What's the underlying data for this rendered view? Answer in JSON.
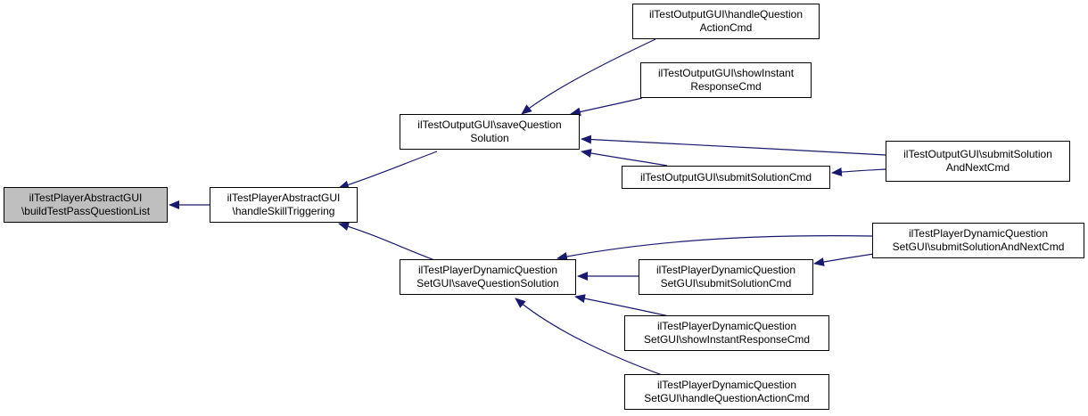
{
  "colors": {
    "edge": "#191970",
    "node_border": "#000000",
    "root_fill": "#bfbfbf",
    "node_fill": "#ffffff"
  },
  "nodes": {
    "root": {
      "line1": "ilTestPlayerAbstractGUI",
      "line2": "\\buildTestPassQuestionList"
    },
    "handle_skill": {
      "line1": "ilTestPlayerAbstractGUI",
      "line2": "\\handleSkillTriggering"
    },
    "output_save": {
      "line1": "ilTestOutputGUI\\saveQuestion",
      "line2": "Solution"
    },
    "dynamic_save": {
      "line1": "ilTestPlayerDynamicQuestion",
      "line2": "SetGUI\\saveQuestionSolution"
    },
    "output_handle_action": {
      "line1": "ilTestOutputGUI\\handleQuestion",
      "line2": "ActionCmd"
    },
    "output_show_instant": {
      "line1": "ilTestOutputGUI\\showInstant",
      "line2": "ResponseCmd"
    },
    "output_submit": {
      "line1": "ilTestOutputGUI\\submitSolutionCmd"
    },
    "output_submit_next": {
      "line1": "ilTestOutputGUI\\submitSolution",
      "line2": "AndNextCmd"
    },
    "dynamic_submit_next": {
      "line1": "ilTestPlayerDynamicQuestion",
      "line2": "SetGUI\\submitSolutionAndNextCmd"
    },
    "dynamic_submit": {
      "line1": "ilTestPlayerDynamicQuestion",
      "line2": "SetGUI\\submitSolutionCmd"
    },
    "dynamic_show_instant": {
      "line1": "ilTestPlayerDynamicQuestion",
      "line2": "SetGUI\\showInstantResponseCmd"
    },
    "dynamic_handle_action": {
      "line1": "ilTestPlayerDynamicQuestion",
      "line2": "SetGUI\\handleQuestionActionCmd"
    }
  }
}
